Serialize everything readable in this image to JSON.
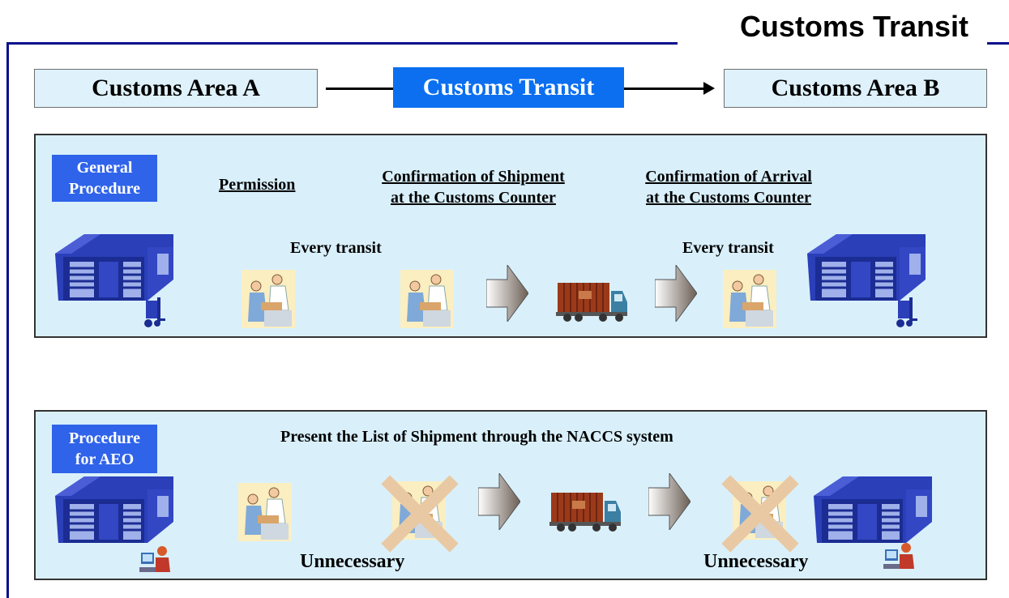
{
  "header": {
    "title": "Customs Transit"
  },
  "flow": {
    "area_a": "Customs Area A",
    "transit": "Customs Transit",
    "area_b": "Customs Area B"
  },
  "general": {
    "tag_line1": "General",
    "tag_line2": "Procedure",
    "step1": "Permission",
    "step2_line1": "Confirmation of Shipment",
    "step2_line2": "at the Customs Counter",
    "step3_line1": "Confirmation of Arrival",
    "step3_line2": "at the Customs Counter",
    "every_transit_1": "Every transit",
    "every_transit_2": "Every transit"
  },
  "aeo": {
    "tag_line1": "Procedure",
    "tag_line2": "for AEO",
    "note": "Present the List of Shipment through the NACCS system",
    "unnecessary_1": "Unnecessary",
    "unnecessary_2": "Unnecessary"
  },
  "colors": {
    "frame": "#0a0f8a",
    "transit_box": "#0b6ff0",
    "tag": "#2f63ea",
    "panel": "#d9f0fb"
  }
}
